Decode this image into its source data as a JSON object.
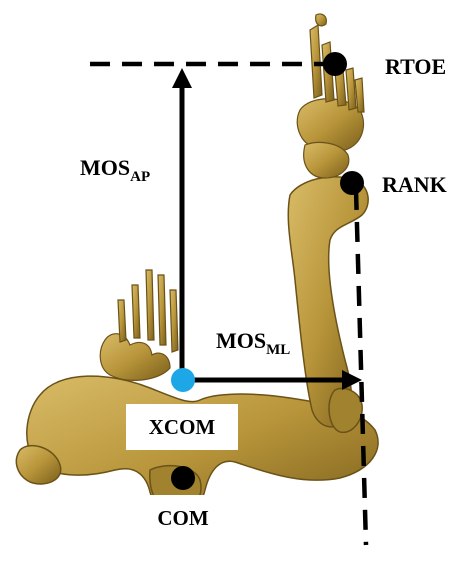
{
  "labels": {
    "rtoe": "RTOE",
    "rank": "RANK",
    "mos_ap_main": "MOS",
    "mos_ap_sub": "AP",
    "mos_ml_main": "MOS",
    "mos_ml_sub": "ML",
    "xcom": "XCOM",
    "com": "COM"
  },
  "colors": {
    "bone": "#b8953a",
    "bone_shadow": "#7a5f1c",
    "bone_highlight": "#d9bc68",
    "marker": "#000000",
    "xcom_marker": "#1ea7e6",
    "line": "#000000"
  }
}
